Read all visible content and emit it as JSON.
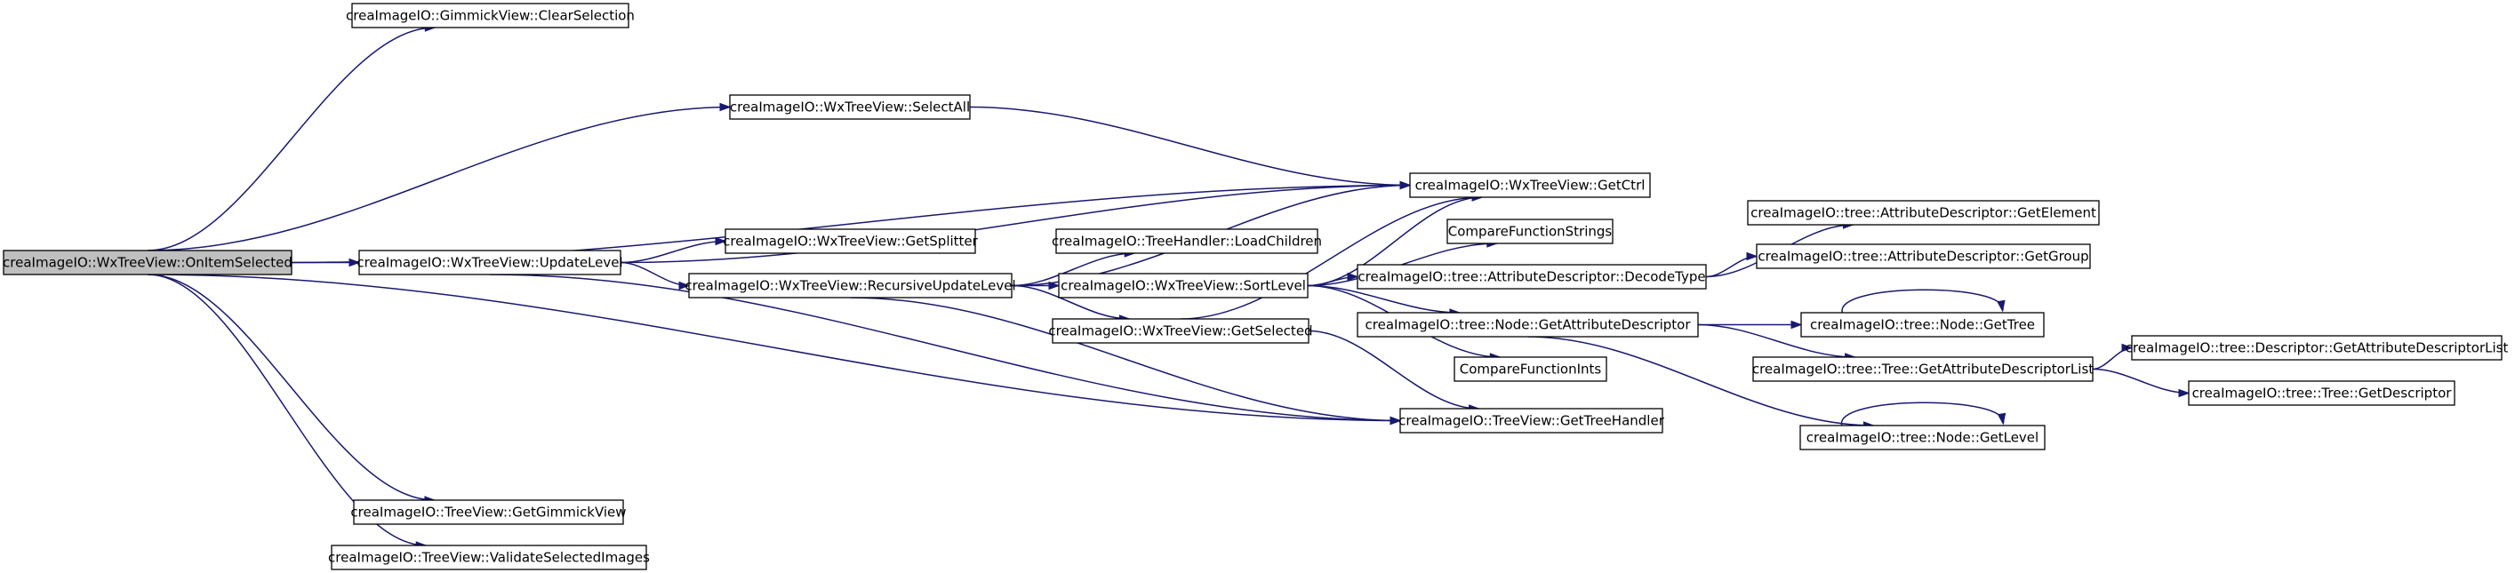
{
  "diagram": {
    "type": "call-graph",
    "edge_color": "#191970",
    "root_fill": "#bfbfbf",
    "nodes": [
      {
        "id": "onitemselected",
        "label": "creaImageIO::WxTreeView::OnItemSelected",
        "root": true
      },
      {
        "id": "clearselection",
        "label": "creaImageIO::GimmickView::ClearSelection"
      },
      {
        "id": "selectall",
        "label": "creaImageIO::WxTreeView::SelectAll"
      },
      {
        "id": "getctrl",
        "label": "creaImageIO::WxTreeView::GetCtrl"
      },
      {
        "id": "updatelevel",
        "label": "creaImageIO::WxTreeView::UpdateLevel"
      },
      {
        "id": "getsplitter",
        "label": "creaImageIO::WxTreeView::GetSplitter"
      },
      {
        "id": "loadchildren",
        "label": "creaImageIO::TreeHandler::LoadChildren"
      },
      {
        "id": "comparestrings",
        "label": "CompareFunctionStrings"
      },
      {
        "id": "recursiveupdatelevel",
        "label": "creaImageIO::WxTreeView::RecursiveUpdateLevel"
      },
      {
        "id": "sortlevel",
        "label": "creaImageIO::WxTreeView::SortLevel"
      },
      {
        "id": "decodetype",
        "label": "creaImageIO::tree::AttributeDescriptor::DecodeType"
      },
      {
        "id": "getelement",
        "label": "creaImageIO::tree::AttributeDescriptor::GetElement"
      },
      {
        "id": "getgroup",
        "label": "creaImageIO::tree::AttributeDescriptor::GetGroup"
      },
      {
        "id": "getattributedescriptor",
        "label": "creaImageIO::tree::Node::GetAttributeDescriptor"
      },
      {
        "id": "gettree",
        "label": "creaImageIO::tree::Node::GetTree"
      },
      {
        "id": "getselected",
        "label": "creaImageIO::WxTreeView::GetSelected"
      },
      {
        "id": "compareints",
        "label": "CompareFunctionInts"
      },
      {
        "id": "getattributedescriptorlist_tree",
        "label": "creaImageIO::tree::Tree::GetAttributeDescriptorList"
      },
      {
        "id": "getattributedescriptorlist_desc",
        "label": "creaImageIO::tree::Descriptor::GetAttributeDescriptorList"
      },
      {
        "id": "getdescriptor",
        "label": "creaImageIO::tree::Tree::GetDescriptor"
      },
      {
        "id": "gettreehandler",
        "label": "creaImageIO::TreeView::GetTreeHandler"
      },
      {
        "id": "getlevel",
        "label": "creaImageIO::tree::Node::GetLevel"
      },
      {
        "id": "getgimmickview",
        "label": "creaImageIO::TreeView::GetGimmickView"
      },
      {
        "id": "validateselectedimages",
        "label": "creaImageIO::TreeView::ValidateSelectedImages"
      }
    ],
    "edges": [
      {
        "from": "onitemselected",
        "to": "clearselection"
      },
      {
        "from": "onitemselected",
        "to": "getctrl"
      },
      {
        "from": "onitemselected",
        "to": "selectall"
      },
      {
        "from": "onitemselected",
        "to": "updatelevel"
      },
      {
        "from": "onitemselected",
        "to": "gettreehandler"
      },
      {
        "from": "onitemselected",
        "to": "getgimmickview"
      },
      {
        "from": "onitemselected",
        "to": "validateselectedimages"
      },
      {
        "from": "selectall",
        "to": "getctrl"
      },
      {
        "from": "updatelevel",
        "to": "getctrl"
      },
      {
        "from": "updatelevel",
        "to": "getsplitter"
      },
      {
        "from": "updatelevel",
        "to": "recursiveupdatelevel"
      },
      {
        "from": "updatelevel",
        "to": "gettreehandler"
      },
      {
        "from": "recursiveupdatelevel",
        "to": "getctrl"
      },
      {
        "from": "recursiveupdatelevel",
        "to": "loadchildren"
      },
      {
        "from": "recursiveupdatelevel",
        "to": "sortlevel"
      },
      {
        "from": "recursiveupdatelevel",
        "to": "getselected"
      },
      {
        "from": "recursiveupdatelevel",
        "to": "gettreehandler"
      },
      {
        "from": "sortlevel",
        "to": "getctrl"
      },
      {
        "from": "sortlevel",
        "to": "comparestrings"
      },
      {
        "from": "sortlevel",
        "to": "decodetype"
      },
      {
        "from": "sortlevel",
        "to": "getattributedescriptor"
      },
      {
        "from": "sortlevel",
        "to": "compareints"
      },
      {
        "from": "getselected",
        "to": "getctrl"
      },
      {
        "from": "getselected",
        "to": "gettreehandler"
      },
      {
        "from": "decodetype",
        "to": "getelement"
      },
      {
        "from": "decodetype",
        "to": "getgroup"
      },
      {
        "from": "getattributedescriptor",
        "to": "gettree"
      },
      {
        "from": "getattributedescriptor",
        "to": "getattributedescriptorlist_tree"
      },
      {
        "from": "getattributedescriptor",
        "to": "getlevel"
      },
      {
        "from": "gettree",
        "to": "gettree"
      },
      {
        "from": "getattributedescriptorlist_tree",
        "to": "getattributedescriptorlist_desc"
      },
      {
        "from": "getattributedescriptorlist_tree",
        "to": "getdescriptor"
      },
      {
        "from": "getlevel",
        "to": "getlevel"
      }
    ]
  }
}
